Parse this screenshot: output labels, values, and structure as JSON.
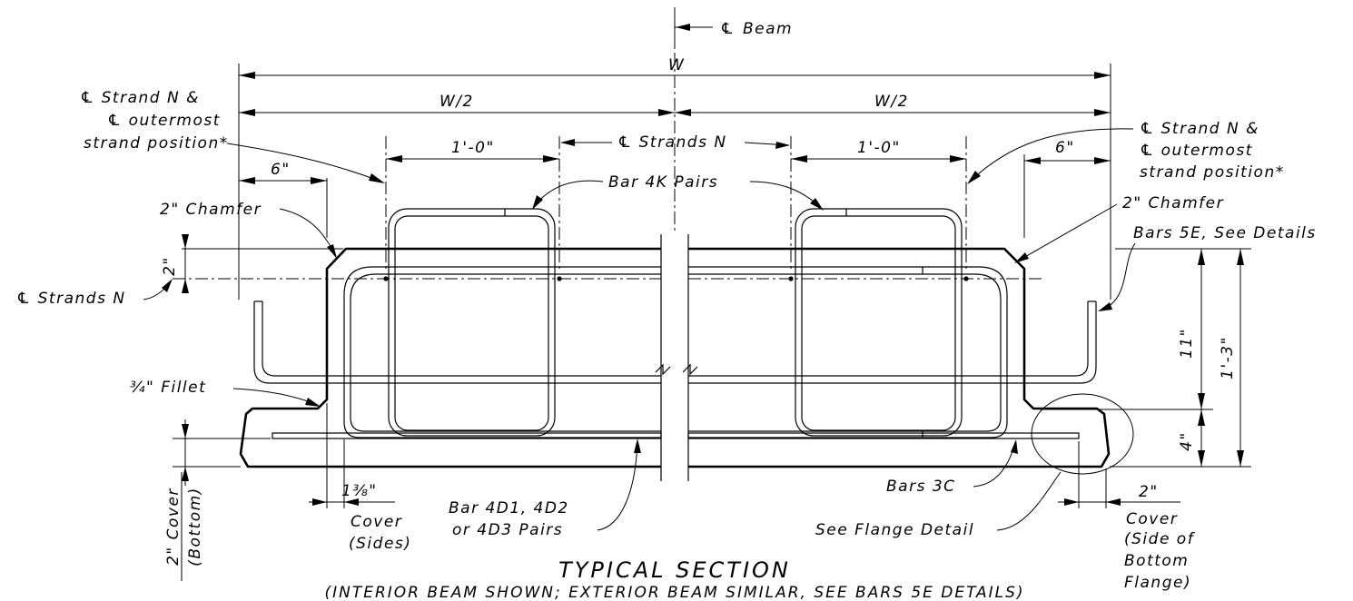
{
  "labels": {
    "cl_symbol": "℄",
    "cl_beam": "Beam",
    "dim_w": "W",
    "dim_w_half_left": "W/2",
    "dim_w_half_right": "W/2",
    "strand_note_left_1": "℄ Strand N &",
    "strand_note_left_2": "℄ outermost",
    "strand_note_left_3": "strand position*",
    "strand_note_right_1": "℄ Strand N &",
    "strand_note_right_2": "℄ outermost",
    "strand_note_right_3": "strand position*",
    "strands_n_top": "℄ Strands N",
    "dim_1ft_left": "1'-0\"",
    "dim_1ft_right": "1'-0\"",
    "dim_6in_left": "6\"",
    "dim_6in_right": "6\"",
    "bar_4k": "Bar 4K Pairs",
    "chamfer_left": "2\" Chamfer",
    "chamfer_right": "2\" Chamfer",
    "bars_5e": "Bars 5E, See Details",
    "strands_n_left": "℄ Strands N",
    "dim_2in_vert": "2\"",
    "dim_11in": "11\"",
    "dim_1ft3in": "1'-3\"",
    "dim_4in": "4\"",
    "fillet": "¾\" Fillet",
    "cover_bottom_1": "2\" Cover",
    "cover_bottom_2": "(Bottom)",
    "dim_1_3_8": "1⅜\"",
    "cover_sides_1": "Cover",
    "cover_sides_2": "(Sides)",
    "bar_4d_1": "Bar 4D1, 4D2",
    "bar_4d_2": "or 4D3 Pairs",
    "bars_3c": "Bars 3C",
    "flange_detail": "See Flange Detail",
    "dim_2in_side": "2\"",
    "cover_side_1": "Cover",
    "cover_side_2": "(Side of",
    "cover_side_3": "Bottom",
    "cover_side_4": "Flange)"
  },
  "title": "TYPICAL SECTION",
  "subtitle": "(INTERIOR BEAM SHOWN; EXTERIOR BEAM SIMILAR, SEE BARS 5E DETAILS)"
}
